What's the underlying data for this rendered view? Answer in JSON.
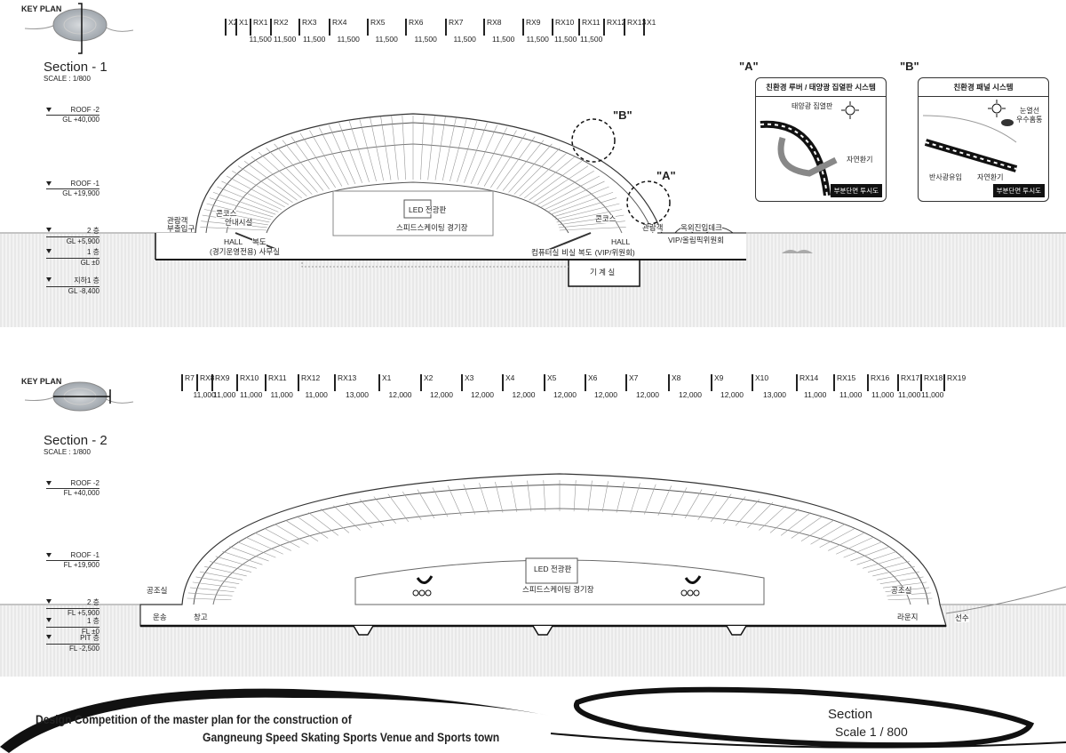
{
  "section1": {
    "key_plan": "KEY PLAN",
    "title": "Section - 1",
    "scale": "SCALE : 1/800",
    "grid_labels": [
      "X2",
      "X1",
      "RX1",
      "RX2",
      "RX3",
      "RX4",
      "RX5",
      "RX6",
      "RX7",
      "RX8",
      "RX9",
      "RX10",
      "RX11",
      "RX12",
      "RX13",
      "X1"
    ],
    "dimensions": [
      "11,500",
      "11,500",
      "11,500",
      "11,500",
      "11,500",
      "11,500",
      "11,500",
      "11,500",
      "11,500",
      "11,500",
      "11,500"
    ],
    "levels": [
      {
        "name": "ROOF -2",
        "elev": "GL +40,000"
      },
      {
        "name": "ROOF -1",
        "elev": "GL +19,900"
      },
      {
        "name": "2 층",
        "elev": "GL +5,900"
      },
      {
        "name": "1 층",
        "elev": "GL ±0"
      },
      {
        "name": "지하1 층",
        "elev": "GL -8,400"
      }
    ],
    "rooms": {
      "spectator_entrance": "관람객\n부출입구",
      "concourse_left": "콘코스",
      "info": "안내시설",
      "hall_left": "HALL",
      "hall_left_sub": "(경기운영전용)",
      "corridor_left": "복도",
      "office": "사무실",
      "led": "LED 전광판",
      "rink": "스피드스케이팅 경기장",
      "concourse_right": "콘코스",
      "spectator": "관람객",
      "hall_right": "HALL",
      "computer": "컴퓨터실",
      "security": "비실",
      "corridor_right": "복도",
      "vip_right": "(VIP/위원회)",
      "vip_olympic": "VIP/올림픽위원회",
      "outdoor_deck": "옥외진입데크",
      "machine": "기 계 실"
    },
    "callout_a": "\"A\"",
    "callout_b": "\"B\""
  },
  "details": {
    "a": {
      "quote": "\"A\"",
      "title": "친환경 루버 / 태양광 집열판 시스템",
      "label_solar": "태양광 집열판",
      "label_vent": "자연환기",
      "tag": "부분단면 투시도"
    },
    "b": {
      "quote": "\"B\"",
      "title": "친환경 패널 시스템",
      "label_insul": "눈열선",
      "label_rain": "우수홈통",
      "label_reflect": "반사광유입",
      "label_vent": "자연환기",
      "tag": "부분단면 투시도"
    }
  },
  "section2": {
    "key_plan": "KEY PLAN",
    "title": "Section - 2",
    "scale": "SCALE : 1/800",
    "grid_labels": [
      "R7",
      "RX8",
      "RX9",
      "RX10",
      "RX11",
      "RX12",
      "RX13",
      "X1",
      "X2",
      "X3",
      "X4",
      "X5",
      "X6",
      "X7",
      "X8",
      "X9",
      "X10",
      "RX14",
      "RX15",
      "RX16",
      "RX17",
      "RX18",
      "RX19"
    ],
    "dimensions": [
      "11,000",
      "11,000",
      "11,000",
      "11,000",
      "11,000",
      "13,000",
      "12,000",
      "12,000",
      "12,000",
      "12,000",
      "12,000",
      "12,000",
      "12,000",
      "12,000",
      "12,000",
      "13,000",
      "11,000",
      "11,000",
      "11,000",
      "11,000",
      "11,000"
    ],
    "levels": [
      {
        "name": "ROOF -2",
        "elev": "FL +40,000"
      },
      {
        "name": "ROOF -1",
        "elev": "FL +19,900"
      },
      {
        "name": "2 층",
        "elev": "FL +5,900"
      },
      {
        "name": "1 층",
        "elev": "FL ±0"
      },
      {
        "name": "PIT 층",
        "elev": "FL -2,500"
      }
    ],
    "rooms": {
      "ac_left": "공조실",
      "ac_right": "공조실",
      "transport": "운송",
      "storage": "창고",
      "led": "LED 전광판",
      "rink": "스피드스케이팅 경기장",
      "lounge": "라운지",
      "athletes": "선수"
    }
  },
  "footer": {
    "line1": "Design Competition of the master plan for the construction of",
    "line2": "Gangneung  Speed Skating Sports Venue and Sports town",
    "sheet_title": "Section",
    "sheet_scale": "Scale 1 / 800"
  },
  "colors": {
    "line": "#222222",
    "hatch": "#e4e4e4",
    "keyplan": "#b9bec4"
  }
}
